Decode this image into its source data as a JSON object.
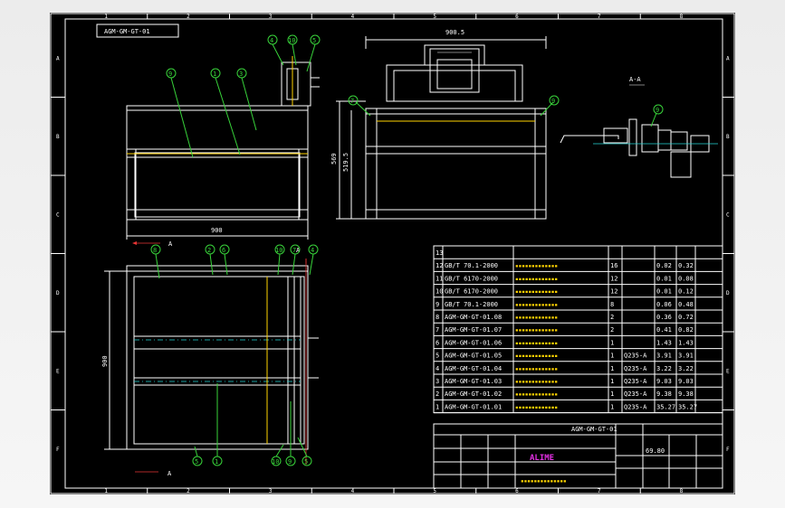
{
  "sheet": {
    "grid_columns": [
      "1",
      "2",
      "3",
      "4",
      "5",
      "6",
      "7",
      "8"
    ],
    "grid_rows": [
      "A",
      "B",
      "C",
      "D",
      "E",
      "F"
    ],
    "drawing_number_box": "AGM-GM-GT-01"
  },
  "views": {
    "front": {
      "dim_width": "900",
      "section_mark": "A",
      "balloons": [
        "9",
        "1",
        "3",
        "4",
        "10",
        "5"
      ]
    },
    "side": {
      "dim_width": "900.5",
      "dim_height_a": "569",
      "dim_height_b": "519.5",
      "balloons": [
        "7",
        "9"
      ]
    },
    "section": {
      "label": "A-A",
      "balloons": [
        "9"
      ]
    },
    "top": {
      "dim_height": "900",
      "section_mark_top": "A",
      "section_mark_bottom": "A",
      "balloons_top": [
        "8",
        "2",
        "6",
        "10",
        "7",
        "4"
      ],
      "balloons_bottom": [
        "5",
        "1",
        "10",
        "9",
        "5"
      ]
    }
  },
  "bom": {
    "header_index": "13",
    "rows": [
      {
        "no": "12",
        "code": "GB/T 70.1-2000",
        "qty": "16",
        "unit": "0.02",
        "total": "0.32"
      },
      {
        "no": "11",
        "code": "GB/T 6170-2000",
        "qty": "12",
        "unit": "0.01",
        "total": "0.08"
      },
      {
        "no": "10",
        "code": "GB/T 6170-2000",
        "qty": "12",
        "unit": "0.01",
        "total": "0.12"
      },
      {
        "no": "9",
        "code": "GB/T 70.1-2000",
        "qty": "8",
        "unit": "0.06",
        "total": "0.48"
      },
      {
        "no": "8",
        "code": "AGM-GM-GT-01.08",
        "qty": "2",
        "unit": "0.36",
        "total": "0.72"
      },
      {
        "no": "7",
        "code": "AGM-GM-GT-01.07",
        "qty": "2",
        "unit": "0.41",
        "total": "0.82"
      },
      {
        "no": "6",
        "code": "AGM-GM-GT-01.06",
        "qty": "1",
        "unit": "1.43",
        "total": "1.43"
      },
      {
        "no": "5",
        "code": "AGM-GM-GT-01.05",
        "qty": "1",
        "material": "Q235-A",
        "unit": "3.91",
        "total": "3.91"
      },
      {
        "no": "4",
        "code": "AGM-GM-GT-01.04",
        "qty": "1",
        "material": "Q235-A",
        "unit": "3.22",
        "total": "3.22"
      },
      {
        "no": "3",
        "code": "AGM-GM-GT-01.03",
        "qty": "1",
        "material": "Q235-A",
        "unit": "9.03",
        "total": "9.03"
      },
      {
        "no": "2",
        "code": "AGM-GM-GT-01.02",
        "qty": "1",
        "material": "Q235-A",
        "unit": "9.38",
        "total": "9.38"
      },
      {
        "no": "1",
        "code": "AGM-GM-GT-01.01",
        "qty": "1",
        "material": "Q235-A",
        "unit": "35.27",
        "total": "35.27"
      }
    ]
  },
  "title_block": {
    "drawing_no": "AGM-GM-GT-01",
    "mass": "69.80",
    "logo": "ALIME"
  },
  "colors": {
    "paper": "#000000",
    "line": "#ffffff",
    "hidden": "#ffd400",
    "balloon": "#38d33a",
    "center": "#25d4d4",
    "section": "#e83434",
    "logo": "#e42fe4"
  }
}
